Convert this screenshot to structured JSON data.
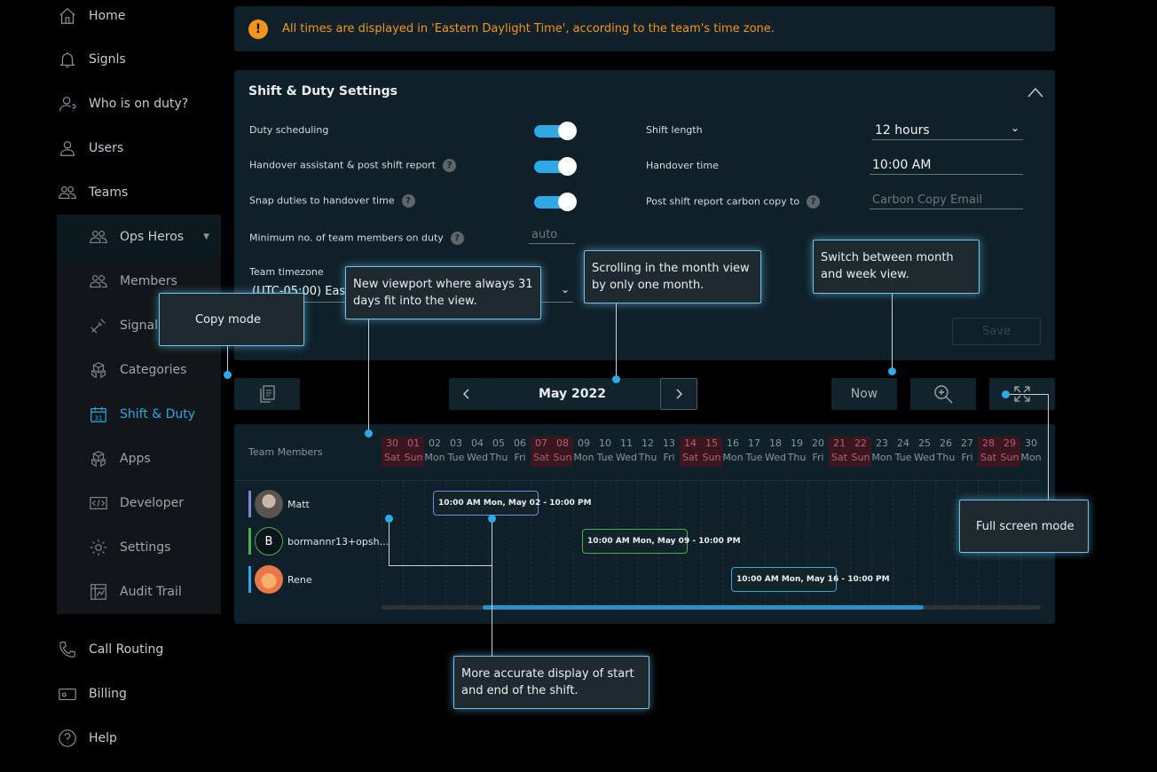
{
  "sidebar": {
    "items": [
      {
        "label": "Home",
        "icon": "home-icon"
      },
      {
        "label": "Signls",
        "icon": "bell-icon"
      },
      {
        "label": "Who is on duty?",
        "icon": "user-question-icon"
      },
      {
        "label": "Users",
        "icon": "user-icon"
      },
      {
        "label": "Teams",
        "icon": "team-icon"
      }
    ],
    "team": {
      "label": "Ops Heros",
      "icon": "team-icon"
    },
    "sub_items": [
      {
        "label": "Members",
        "icon": "members-icon"
      },
      {
        "label": "Signaling",
        "icon": "signal-rules-icon"
      },
      {
        "label": "Categories",
        "icon": "cubes-icon"
      },
      {
        "label": "Shift & Duty",
        "icon": "calendar-icon",
        "active": true
      },
      {
        "label": "Apps",
        "icon": "cubes-icon"
      },
      {
        "label": "Developer",
        "icon": "code-icon"
      },
      {
        "label": "Settings",
        "icon": "gear-icon"
      },
      {
        "label": "Audit Trail",
        "icon": "audit-icon"
      }
    ],
    "bottom_items": [
      {
        "label": "Call Routing",
        "icon": "phone-icon"
      },
      {
        "label": "Billing",
        "icon": "wallet-icon"
      },
      {
        "label": "Help",
        "icon": "help-icon"
      }
    ],
    "calendar_icon_day": "31"
  },
  "banner": {
    "text": "All times are displayed in 'Eastern Daylight Time', according to the team's time zone.",
    "icon_glyph": "!"
  },
  "settings": {
    "title": "Shift & Duty Settings",
    "duty_scheduling": "Duty scheduling",
    "handover_assistant": "Handover assistant & post shift report",
    "snap_duties": "Snap duties to handover time",
    "min_members": "Minimum no. of team members on duty",
    "min_members_placeholder": "auto",
    "team_timezone": "Team timezone",
    "timezone_value": "(UTC-05:00) Eastern Time (US & Canada)",
    "shift_length": "Shift length",
    "shift_length_value": "12 hours",
    "handover_time": "Handover time",
    "handover_time_value": "10:00 AM",
    "carbon_copy": "Post shift report carbon copy to",
    "carbon_copy_placeholder": "Carbon Copy Email",
    "save": "Save",
    "help_glyph": "?"
  },
  "toolbar": {
    "month": "May 2022",
    "now": "Now"
  },
  "calendar": {
    "header": "Team Members",
    "days": [
      {
        "d": "30",
        "w": "Sat"
      },
      {
        "d": "01",
        "w": "Sun"
      },
      {
        "d": "02",
        "w": "Mon"
      },
      {
        "d": "03",
        "w": "Tue"
      },
      {
        "d": "04",
        "w": "Wed"
      },
      {
        "d": "05",
        "w": "Thu"
      },
      {
        "d": "06",
        "w": "Fri"
      },
      {
        "d": "07",
        "w": "Sat"
      },
      {
        "d": "08",
        "w": "Sun"
      },
      {
        "d": "09",
        "w": "Mon"
      },
      {
        "d": "10",
        "w": "Tue"
      },
      {
        "d": "11",
        "w": "Wed"
      },
      {
        "d": "12",
        "w": "Thu"
      },
      {
        "d": "13",
        "w": "Fri"
      },
      {
        "d": "14",
        "w": "Sat"
      },
      {
        "d": "15",
        "w": "Sun"
      },
      {
        "d": "16",
        "w": "Mon"
      },
      {
        "d": "17",
        "w": "Tue"
      },
      {
        "d": "18",
        "w": "Wed"
      },
      {
        "d": "19",
        "w": "Thu"
      },
      {
        "d": "20",
        "w": "Fri"
      },
      {
        "d": "21",
        "w": "Sat"
      },
      {
        "d": "22",
        "w": "Sun"
      },
      {
        "d": "23",
        "w": "Mon"
      },
      {
        "d": "24",
        "w": "Tue"
      },
      {
        "d": "25",
        "w": "Wed"
      },
      {
        "d": "26",
        "w": "Thu"
      },
      {
        "d": "27",
        "w": "Fri"
      },
      {
        "d": "28",
        "w": "Sat"
      },
      {
        "d": "29",
        "w": "Sun"
      },
      {
        "d": "30",
        "w": "Mon"
      }
    ],
    "members": [
      {
        "name": "Matt",
        "color": "#7d86d8"
      },
      {
        "name": "bormannr13+opsh...",
        "initial": "B",
        "color": "#4caf50"
      },
      {
        "name": "Rene",
        "color": "#2ea8e6"
      }
    ],
    "shifts": [
      {
        "text": "10:00 AM Mon, May 02 - 10:00 PM",
        "color": "#7d86d8"
      },
      {
        "text": "10:00 AM Mon, May 09 - 10:00 PM",
        "color": "#4caf50"
      },
      {
        "text": "10:00 AM Mon, May 16 - 10:00 PM",
        "color": "#2ea8e6"
      }
    ],
    "scroll": {
      "start_fraction": 0.153,
      "size_fraction": 0.67
    }
  },
  "callouts": {
    "copy_mode": "Copy mode",
    "viewport": "New viewport where always 31 days fit into the view.",
    "scrolling": "Scrolling in the month view by only one month.",
    "switch": "Switch between month and week view.",
    "fullscreen": "Full screen mode",
    "accurate": "More accurate display of start and end of the shift."
  },
  "colors": {
    "accent": "#2ea8e6",
    "warning": "#f0961e",
    "panel": "#0f2029"
  }
}
